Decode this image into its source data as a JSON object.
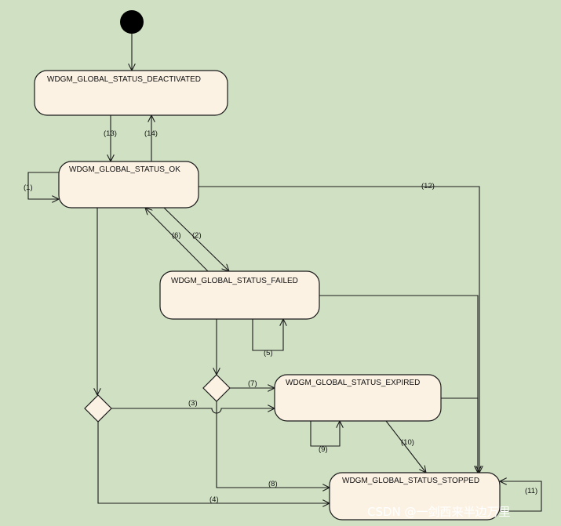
{
  "states": {
    "deactivated": "WDGM_GLOBAL_STATUS_DEACTIVATED",
    "ok": "WDGM_GLOBAL_STATUS_OK",
    "failed": "WDGM_GLOBAL_STATUS_FAILED",
    "expired": "WDGM_GLOBAL_STATUS_EXPIRED",
    "stopped": "WDGM_GLOBAL_STATUS_STOPPED"
  },
  "transitions": {
    "t1": "(1)",
    "t2": "(2)",
    "t3": "(3)",
    "t4": "(4)",
    "t5": "(5)",
    "t6": "(6)",
    "t7": "(7)",
    "t8": "(8)",
    "t9": "(9)",
    "t10": "(10)",
    "t11": "(11)",
    "t12": "(12)",
    "t13": "(13)",
    "t14": "(14)"
  },
  "watermark": "CSDN @一剑西来半边万里"
}
